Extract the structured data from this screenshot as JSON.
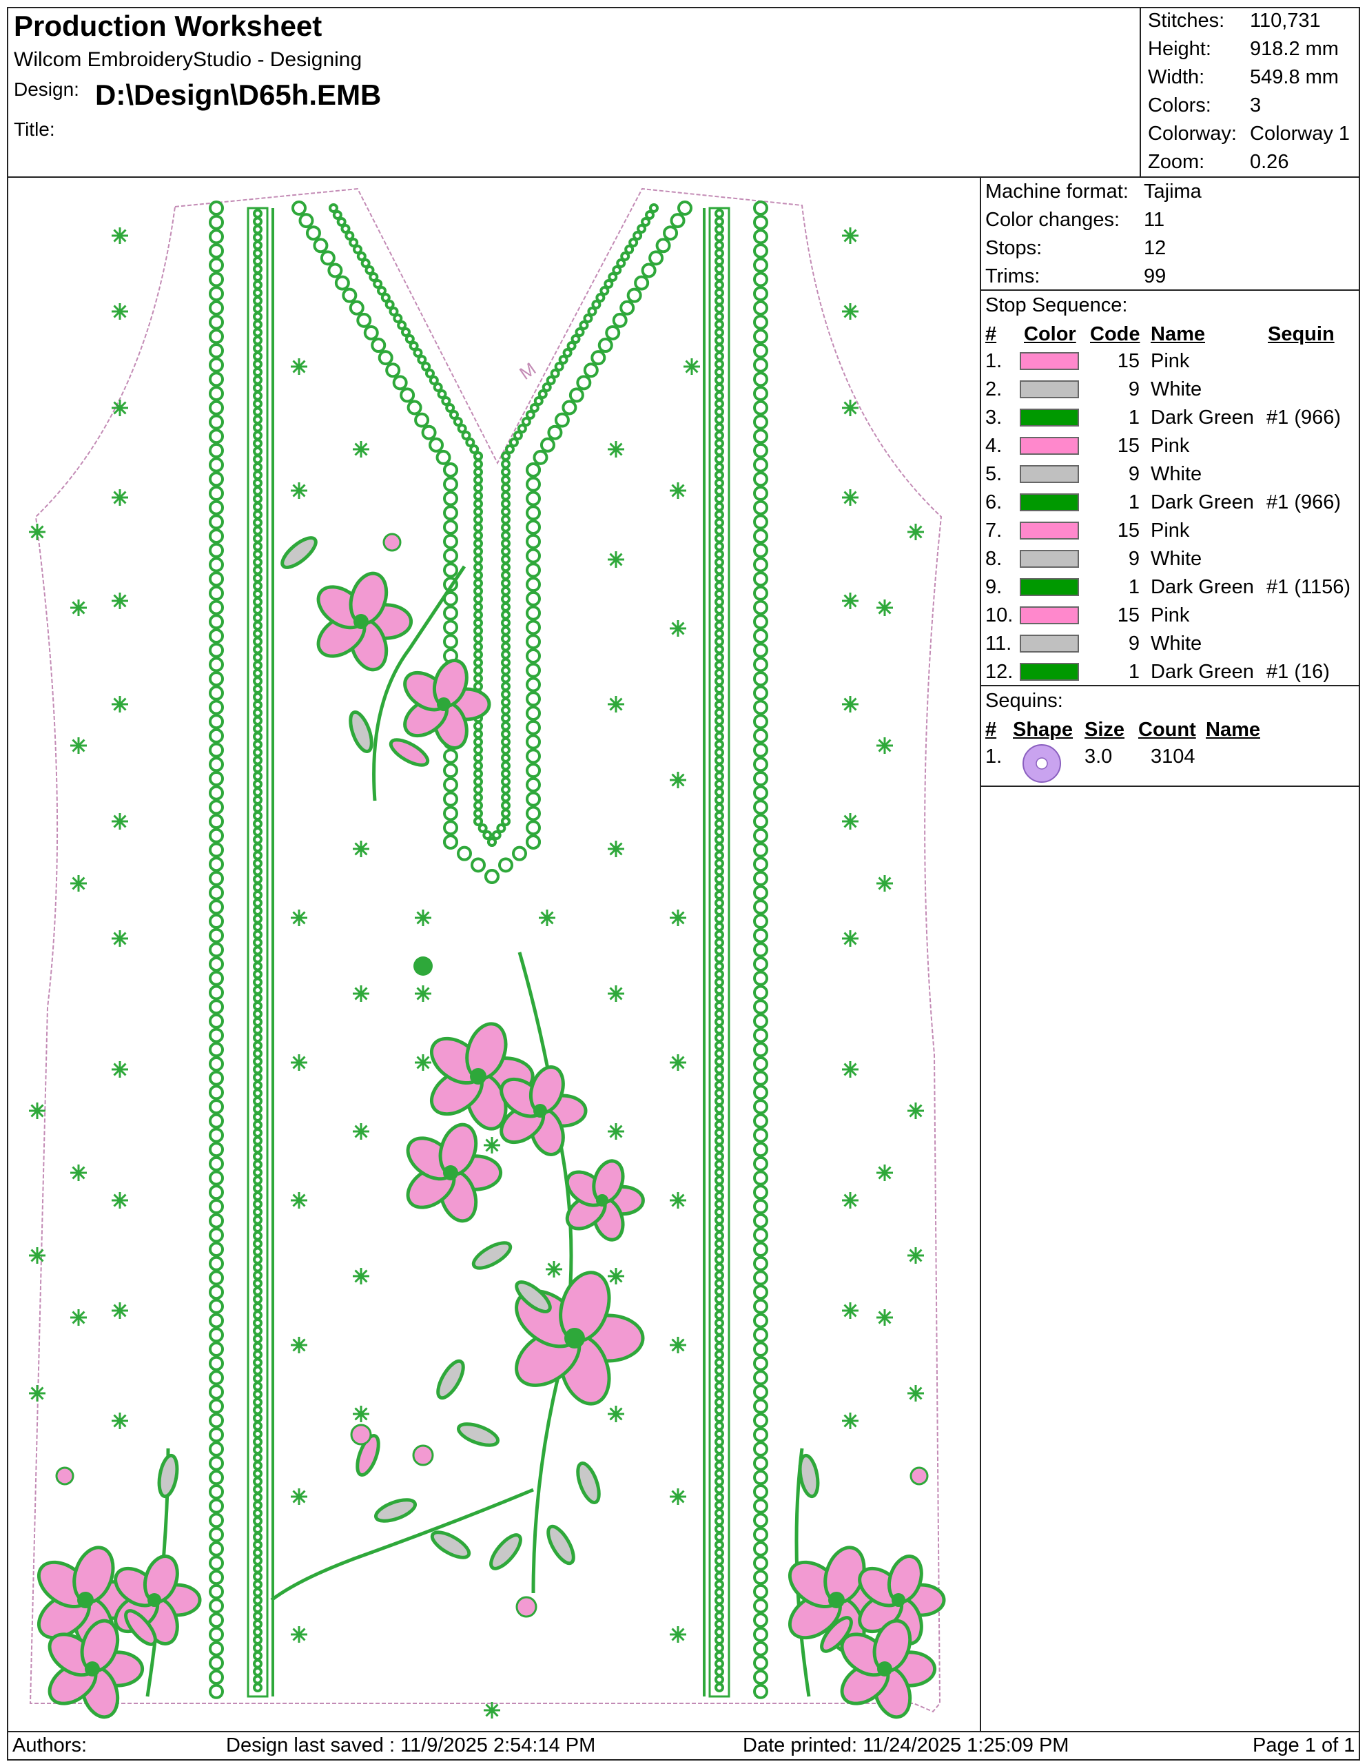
{
  "header": {
    "title": "Production Worksheet",
    "software": "Wilcom EmbroideryStudio - Designing",
    "design_label": "Design:",
    "design_value": "D:\\Design\\D65h.EMB",
    "title_label": "Title:"
  },
  "stats": [
    {
      "label": "Stitches:",
      "value": "110,731"
    },
    {
      "label": "Height:",
      "value": "918.2 mm"
    },
    {
      "label": "Width:",
      "value": "549.8 mm"
    },
    {
      "label": "Colors:",
      "value": "3"
    },
    {
      "label": "Colorway:",
      "value": "Colorway 1"
    },
    {
      "label": "Zoom:",
      "value": "0.26"
    }
  ],
  "machine": [
    {
      "label": "Machine format:",
      "value": "Tajima"
    },
    {
      "label": "Color changes:",
      "value": "11"
    },
    {
      "label": "Stops:",
      "value": "12"
    },
    {
      "label": "Trims:",
      "value": "99"
    }
  ],
  "stop_sequence": {
    "heading": "Stop Sequence:",
    "columns": {
      "num": "#",
      "color": "Color",
      "code": "Code",
      "name": "Name",
      "sequin": "Sequin"
    },
    "rows": [
      {
        "num": "1.",
        "color": "#ff88cc",
        "code": "15",
        "name": "Pink",
        "sequin": ""
      },
      {
        "num": "2.",
        "color": "#c0c0c0",
        "code": "9",
        "name": "White",
        "sequin": ""
      },
      {
        "num": "3.",
        "color": "#009900",
        "code": "1",
        "name": "Dark Green",
        "sequin": "#1 (966)"
      },
      {
        "num": "4.",
        "color": "#ff88cc",
        "code": "15",
        "name": "Pink",
        "sequin": ""
      },
      {
        "num": "5.",
        "color": "#c0c0c0",
        "code": "9",
        "name": "White",
        "sequin": ""
      },
      {
        "num": "6.",
        "color": "#009900",
        "code": "1",
        "name": "Dark Green",
        "sequin": "#1 (966)"
      },
      {
        "num": "7.",
        "color": "#ff88cc",
        "code": "15",
        "name": "Pink",
        "sequin": ""
      },
      {
        "num": "8.",
        "color": "#c0c0c0",
        "code": "9",
        "name": "White",
        "sequin": ""
      },
      {
        "num": "9.",
        "color": "#009900",
        "code": "1",
        "name": "Dark Green",
        "sequin": "#1 (1156)"
      },
      {
        "num": "10.",
        "color": "#ff88cc",
        "code": "15",
        "name": "Pink",
        "sequin": ""
      },
      {
        "num": "11.",
        "color": "#c0c0c0",
        "code": "9",
        "name": "White",
        "sequin": ""
      },
      {
        "num": "12.",
        "color": "#009900",
        "code": "1",
        "name": "Dark Green",
        "sequin": "#1 (16)"
      }
    ]
  },
  "sequins": {
    "heading": "Sequins:",
    "columns": {
      "num": "#",
      "shape": "Shape",
      "size": "Size",
      "count": "Count",
      "name": "Name"
    },
    "rows": [
      {
        "num": "1.",
        "shape_color": "#c9a3ef",
        "size": "3.0",
        "count": "3104",
        "name": ""
      }
    ]
  },
  "preview": {
    "outline_color": "#c38bb5",
    "green": "#2ea83a",
    "pink": "#f29ad2",
    "grey": "#c8c8c8",
    "neckline_mark": "M"
  },
  "footer": {
    "authors": "Authors:",
    "saved": "Design last saved : 11/9/2025 2:54:14 PM",
    "printed": "Date printed: 11/24/2025 1:25:09 PM",
    "page": "Page 1 of 1"
  }
}
